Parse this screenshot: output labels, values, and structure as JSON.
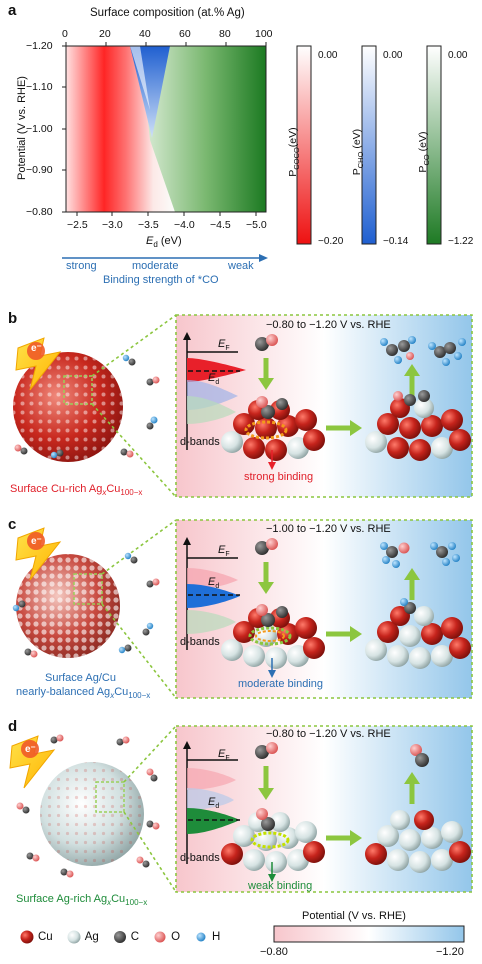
{
  "panel_a": {
    "letter": "a",
    "top_axis_title": "Surface composition (at.% Ag)",
    "top_ticks": [
      "0",
      "20",
      "40",
      "60",
      "80",
      "100"
    ],
    "y_axis_title": "Potential (V vs. RHE)",
    "y_ticks": [
      "−1.20",
      "−1.10",
      "−1.00",
      "−0.90",
      "−0.80"
    ],
    "x_ticks": [
      "−2.5",
      "−3.0",
      "−3.5",
      "−4.0",
      "−4.5",
      "−5.0"
    ],
    "x_axis_title_main": "E",
    "x_axis_title_sub": "d",
    "x_axis_title_unit": " (eV)",
    "strength_labels": [
      "strong",
      "moderate",
      "weak"
    ],
    "strength_title": "Binding strength of *CO",
    "colorbars": [
      {
        "label_main": "P",
        "label_sub": "COCO",
        "label_unit": "(eV)",
        "top": "0.00",
        "bottom": "−0.20",
        "color": "#e8131b"
      },
      {
        "label_main": "P",
        "label_sub": "CHO",
        "label_unit": " (eV)",
        "top": "0.00",
        "bottom": "−0.14",
        "color": "#1f5fd0"
      },
      {
        "label_main": "P",
        "label_sub": "CO",
        "label_unit": " (eV)",
        "top": "0.00",
        "bottom": "−1.22",
        "color": "#1e7a24"
      }
    ]
  },
  "panel_b": {
    "letter": "b",
    "electron": "e⁻",
    "potential": "−0.80 to −1.20 V vs. RHE",
    "ef": "E",
    "ef_sub": "F",
    "ed": "E",
    "ed_sub": "d",
    "dbands": "d-bands",
    "binding": "strong binding",
    "caption_pre": "Surface Cu-rich Ag",
    "caption_x": "x",
    "caption_mid": "Cu",
    "caption_sub": "100−x"
  },
  "panel_c": {
    "letter": "c",
    "electron": "e⁻",
    "potential": "−1.00 to −1.20 V vs. RHE",
    "ef": "E",
    "ef_sub": "F",
    "ed": "E",
    "ed_sub": "d",
    "dbands": "d-bands",
    "binding": "moderate binding",
    "caption_line1": "Surface Ag/Cu",
    "caption_pre": "nearly-balanced Ag",
    "caption_x": "x",
    "caption_mid": "Cu",
    "caption_sub": "100−x"
  },
  "panel_d": {
    "letter": "d",
    "electron": "e⁻",
    "potential": "−0.80 to −1.20 V vs. RHE",
    "ef": "E",
    "ef_sub": "F",
    "ed": "E",
    "ed_sub": "d",
    "dbands": "d-bands",
    "binding": "weak binding",
    "caption_pre": "Surface Ag-rich Ag",
    "caption_x": "x",
    "caption_mid": "Cu",
    "caption_sub": "100−x"
  },
  "legend": {
    "atoms": [
      {
        "label": "Cu",
        "color": "#c6241c"
      },
      {
        "label": "Ag",
        "color": "#dfeaea"
      },
      {
        "label": "C",
        "color": "#555555"
      },
      {
        "label": "O",
        "color": "#ee7c7c"
      },
      {
        "label": "H",
        "color": "#3a98d8"
      }
    ],
    "potential_title": "Potential (V vs. RHE)",
    "potential_min": "−0.80",
    "potential_max": "−1.20"
  }
}
